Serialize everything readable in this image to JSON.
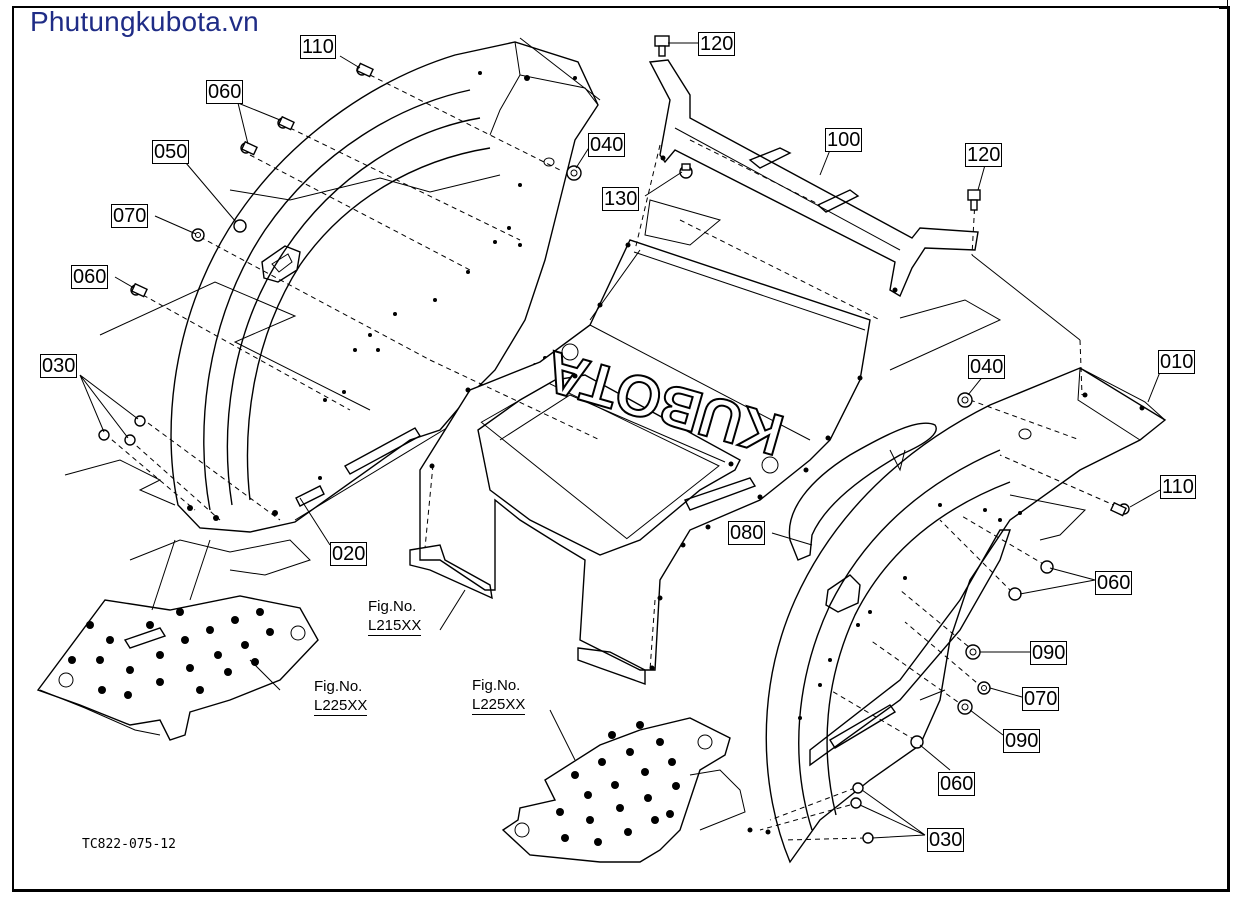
{
  "watermark": "Phutungkubota.vn",
  "drawing_code": "TC822-075-12",
  "brand_text": "KUBOTA",
  "part_labels": [
    "110",
    "120",
    "060",
    "050",
    "040",
    "130",
    "100",
    "120",
    "070",
    "060",
    "030",
    "040",
    "010",
    "110",
    "080",
    "060",
    "020",
    "090",
    "070",
    "090",
    "060",
    "030"
  ],
  "fig_refs": [
    {
      "line1": "Fig.No.",
      "line2": "L215XX"
    },
    {
      "line1": "Fig.No.",
      "line2": "L225XX"
    },
    {
      "line1": "Fig.No.",
      "line2": "L225XX"
    }
  ]
}
